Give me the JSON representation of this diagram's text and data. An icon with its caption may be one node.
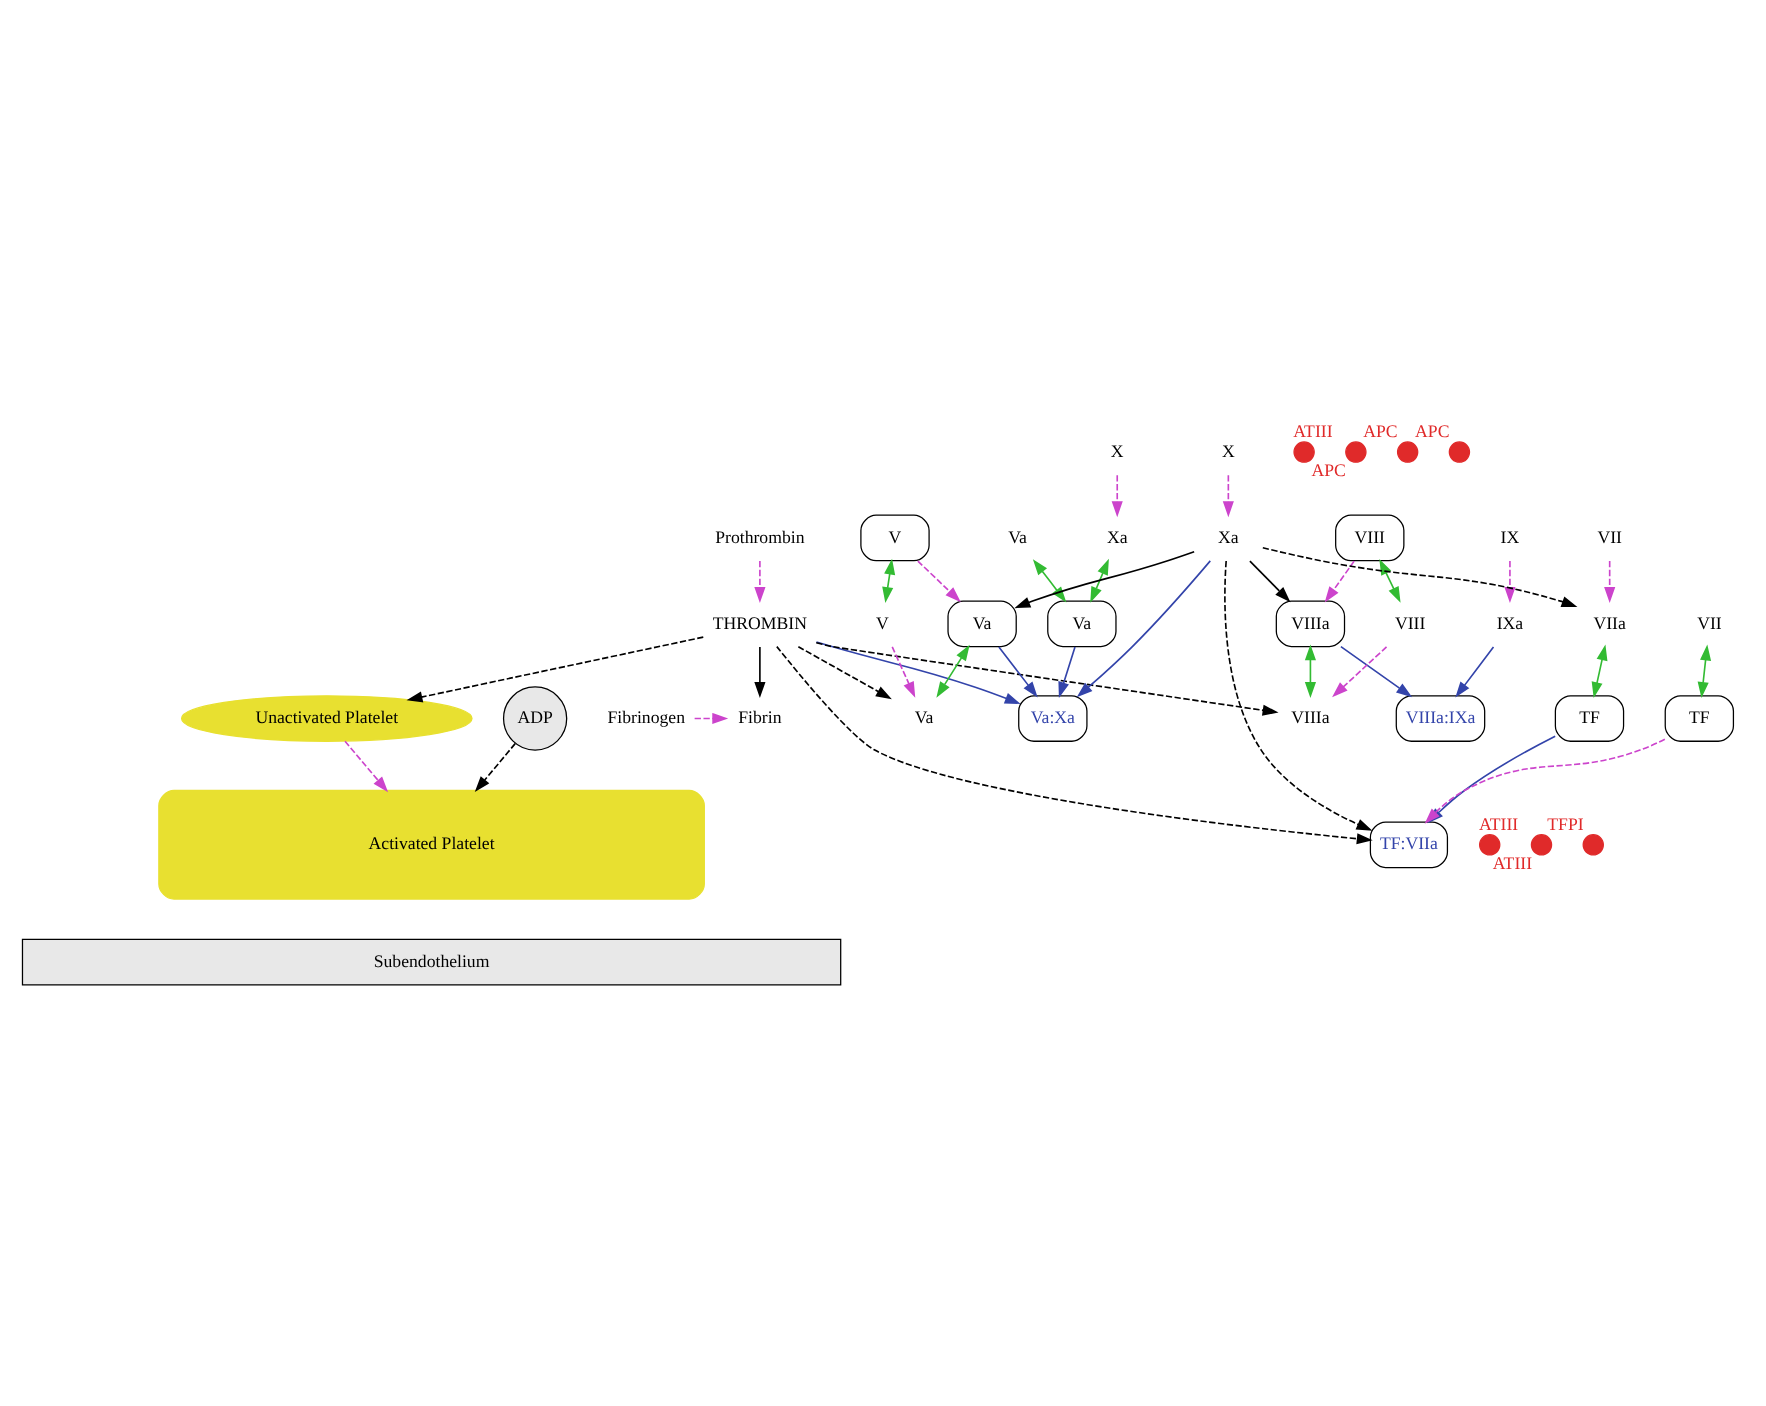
{
  "diagram": {
    "nodes": [
      {
        "text": [
          "Unactivated Platelet"
        ]
      },
      {
        "text": [
          "Fibrinogen"
        ]
      },
      {
        "text": [
          "Fibrin"
        ]
      },
      {
        "text": [
          "Prothrombin"
        ]
      },
      {
        "text": [
          "THROMBIN"
        ]
      },
      {
        "text": [],
        "shape": "circle",
        "beside": [
          "ATIII"
        ]
      },
      {
        "text": [
          "X"
        ]
      },
      {
        "text": [
          "Va"
        ]
      },
      {
        "text": [],
        "shape": "circle",
        "beside": [
          "APC"
        ]
      },
      {
        "text": [
          "VIIIa:IXa"
        ]
      },
      {
        "text": [
          "Xa"
        ]
      },
      {
        "text": [
          "Va"
        ]
      },
      {
        "text": [
          "Va:Xa"
        ]
      },
      {
        "text": [
          "Activated Platelet"
        ]
      },
      {
        "text": [
          "ADP"
        ]
      },
      {
        "text": [
          "VIIIa"
        ]
      },
      {
        "text": [],
        "shape": "circle",
        "beside": [
          "APC"
        ]
      },
      {
        "text": [
          "VIII"
        ]
      },
      {
        "text": [
          "V"
        ]
      },
      {
        "text": [
          "Va"
        ]
      },
      {
        "text": [],
        "shape": "circle",
        "beside": [
          "APC"
        ]
      },
      {
        "text": [
          "VIIIa"
        ]
      },
      {
        "text": [
          "VIII"
        ]
      },
      {
        "text": [
          "V"
        ]
      },
      {
        "text": [
          "Va"
        ]
      },
      {
        "text": [],
        "shape": "circle",
        "beside": [
          "ATIII"
        ]
      },
      {
        "text": [
          "IXa"
        ]
      },
      {
        "text": [
          "IX"
        ]
      },
      {
        "text": [
          "X"
        ]
      },
      {
        "text": [],
        "shape": "circle",
        "beside": [
          "ATIII"
        ]
      },
      {
        "text": [
          "Xa"
        ]
      },
      {
        "text": [],
        "shape": "circle",
        "beside": [
          "TFPI"
        ]
      },
      {
        "text": [
          "VII"
        ]
      },
      {
        "text": [
          "VIIa"
        ]
      },
      {
        "text": [
          "VII"
        ]
      },
      {
        "text": [
          "TF"
        ]
      },
      {
        "text": [
          "TF:VIIa"
        ]
      },
      {
        "text": [
          "TF"
        ]
      },
      {
        "text": [
          "Subendothelium"
        ]
      }
    ],
    "edges": [
      {
        "from": 0,
        "to": 13,
        "arrow": "to",
        "style": "dashed",
        "color": "#cc44cc"
      },
      {
        "from": 1,
        "to": 2,
        "arrow": "to",
        "style": "dashed",
        "color": "#cc44cc"
      },
      {
        "from": 4,
        "to": 2,
        "arrow": "to",
        "color": "#000000"
      },
      {
        "from": 4,
        "to": 0,
        "arrow": "to",
        "style": "dashed",
        "color": "#000000"
      },
      {
        "from": 3,
        "to": 4,
        "arrow": "to",
        "style": "dashed",
        "color": "#cc44cc"
      },
      {
        "from": 6,
        "to": 10,
        "arrow": "to",
        "style": "dashed",
        "color": "#cc44cc"
      },
      {
        "from": 10,
        "to": 11,
        "arrow": "both",
        "color": "#33bb33"
      },
      {
        "from": 7,
        "to": 11,
        "arrow": "both",
        "color": "#33bb33"
      },
      {
        "from": 11,
        "to": 12,
        "arrow": "to",
        "color": "#3344aa"
      },
      {
        "from": 4,
        "to": 12,
        "arrow": "to",
        "color": "#3344aa"
      },
      {
        "from": 14,
        "to": 13,
        "arrow": "to",
        "style": "dashed",
        "color": "#000000"
      },
      {
        "from": 15,
        "to": 9,
        "arrow": "to",
        "color": "#3344aa"
      },
      {
        "from": 26,
        "to": 9,
        "arrow": "to",
        "color": "#3344aa"
      },
      {
        "from": 19,
        "to": 12,
        "arrow": "to",
        "color": "#3344aa"
      },
      {
        "from": 30,
        "to": 12,
        "arrow": "to",
        "color": "#3344aa"
      },
      {
        "from": 17,
        "to": 15,
        "arrow": "to",
        "style": "dashed",
        "color": "#cc44cc"
      },
      {
        "from": 18,
        "to": 19,
        "arrow": "to",
        "style": "dashed",
        "color": "#cc44cc"
      },
      {
        "from": 15,
        "to": 21,
        "arrow": "both",
        "color": "#33bb33"
      },
      {
        "from": 17,
        "to": 22,
        "arrow": "both",
        "color": "#33bb33"
      },
      {
        "from": 18,
        "to": 23,
        "arrow": "both",
        "color": "#33bb33"
      },
      {
        "from": 19,
        "to": 24,
        "arrow": "both",
        "color": "#33bb33"
      },
      {
        "from": 22,
        "to": 21,
        "arrow": "to",
        "style": "dashed",
        "color": "#cc44cc"
      },
      {
        "from": 23,
        "to": 24,
        "arrow": "to",
        "style": "dashed",
        "color": "#cc44cc"
      },
      {
        "from": 30,
        "to": 15,
        "arrow": "to",
        "color": "#000000"
      },
      {
        "from": 30,
        "to": 19,
        "arrow": "to",
        "color": "#000000"
      },
      {
        "from": 4,
        "to": 21,
        "arrow": "to",
        "style": "dashed",
        "color": "#000000"
      },
      {
        "from": 4,
        "to": 24,
        "arrow": "to",
        "style": "dashed",
        "color": "#000000"
      },
      {
        "from": 4,
        "to": 36,
        "arrow": "to",
        "style": "dashed",
        "color": "#000000"
      },
      {
        "from": 30,
        "to": 36,
        "arrow": "to",
        "style": "dashed",
        "color": "#000000"
      },
      {
        "from": 30,
        "to": 33,
        "arrow": "to",
        "style": "dashed",
        "color": "#000000"
      },
      {
        "from": 27,
        "to": 26,
        "arrow": "to",
        "style": "dashed",
        "color": "#cc44cc"
      },
      {
        "from": 28,
        "to": 30,
        "arrow": "to",
        "style": "dashed",
        "color": "#cc44cc"
      },
      {
        "from": 32,
        "to": 33,
        "arrow": "to",
        "style": "dashed",
        "color": "#cc44cc"
      },
      {
        "from": 33,
        "to": 35,
        "arrow": "both",
        "color": "#33bb33"
      },
      {
        "from": 34,
        "to": 37,
        "arrow": "both",
        "color": "#33bb33"
      },
      {
        "from": 35,
        "to": 36,
        "arrow": "to",
        "color": "#3344aa"
      },
      {
        "from": 37,
        "to": 36,
        "arrow": "to",
        "style": "dashed",
        "color": "#cc44cc"
      }
    ]
  }
}
